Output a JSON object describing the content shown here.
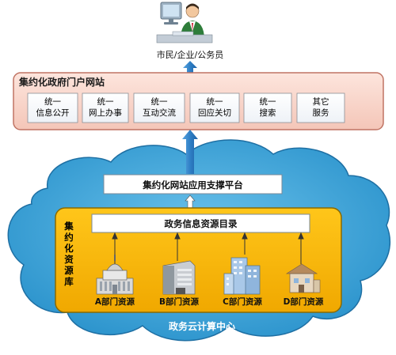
{
  "top": {
    "user_label": "市民/企业/公务员"
  },
  "portal": {
    "title": "集约化政府门户网站",
    "items": [
      {
        "line1": "统一",
        "line2": "信息公开"
      },
      {
        "line1": "统一",
        "line2": "网上办事"
      },
      {
        "line1": "统一",
        "line2": "互动交流"
      },
      {
        "line1": "统一",
        "line2": "回应关切"
      },
      {
        "line1": "统一",
        "line2": "搜索"
      },
      {
        "line1": "其它",
        "line2": "服务"
      }
    ]
  },
  "platform": {
    "label": "集约化网站应用支撑平台"
  },
  "resource_pool": {
    "side_label": [
      "集",
      "约",
      "化",
      "资",
      "源",
      "库"
    ],
    "catalog_label": "政务信息资源目录",
    "departments": [
      {
        "label": "A部门资源"
      },
      {
        "label": "B部门资源"
      },
      {
        "label": "C部门资源"
      },
      {
        "label": "D部门资源"
      }
    ]
  },
  "cloud": {
    "label": "政务云计算中心"
  },
  "colors": {
    "portal_bg": "#f9d6cc",
    "portal_border": "#c87a6a",
    "cloud_fill": "#3ea6d8",
    "pool_fill": "#f6b400",
    "arrow": "#2f7fc6"
  }
}
